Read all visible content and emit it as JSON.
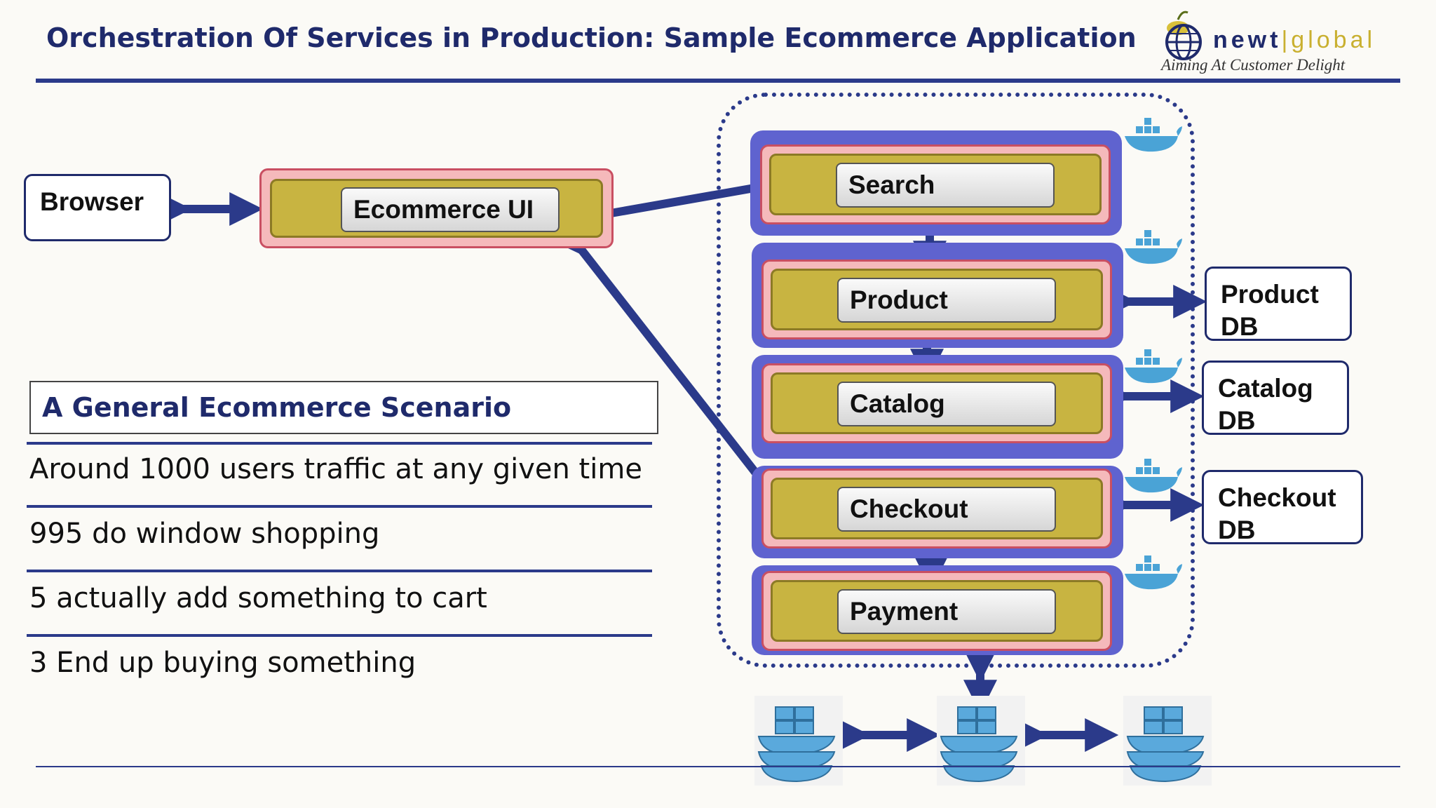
{
  "slide": {
    "title": "Orchestration Of Services in Production: Sample Ecommerce Application"
  },
  "logo": {
    "name_part1": "newt",
    "separator": "|",
    "name_part2": "global",
    "tagline": "Aiming At Customer Delight"
  },
  "diagram": {
    "browser": "Browser",
    "ecommerce_ui": "Ecommerce UI",
    "services": [
      "Search",
      "Product",
      "Catalog",
      "Checkout",
      "Payment"
    ],
    "databases": [
      {
        "line1": "Product",
        "line2": "DB"
      },
      {
        "line1": "Catalog",
        "line2": "DB"
      },
      {
        "line1": "Checkout",
        "line2": "DB"
      }
    ],
    "container_icon": "docker-whale-icon",
    "cluster_icon": "docker-whale-stack-icon"
  },
  "scenario": {
    "heading": "A General Ecommerce Scenario",
    "lines": [
      "Around 1000 users traffic at any given time",
      "995 do window shopping",
      "5 actually add something to cart",
      "3 End up buying something"
    ]
  },
  "colors": {
    "navy": "#2b3a8a",
    "service_blue": "#5f63cf",
    "gold": "#c8b441",
    "pink": "#f5b9bb"
  }
}
